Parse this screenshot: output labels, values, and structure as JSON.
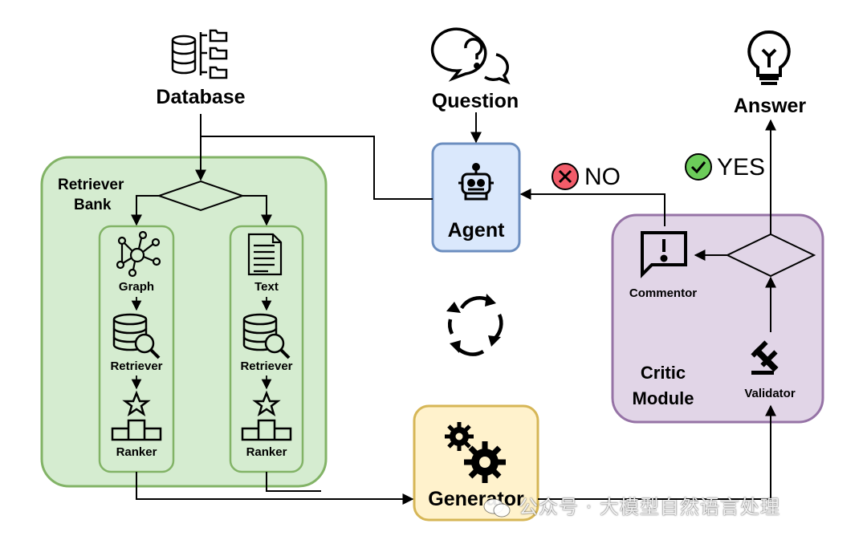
{
  "nodes": {
    "database": "Database",
    "question": "Question",
    "answer": "Answer",
    "agent": "Agent",
    "retriever_bank": [
      "Retriever",
      "Bank"
    ],
    "graph": "Graph",
    "text": "Text",
    "retriever_left": "Retriever",
    "retriever_right": "Retriever",
    "ranker_left": "Ranker",
    "ranker_right": "Ranker",
    "generator": "Generator",
    "critic_module": [
      "Critic",
      "Module"
    ],
    "commentor": "Commentor",
    "validator": "Validator"
  },
  "decisions": {
    "no": "NO",
    "yes": "YES"
  },
  "watermark": "公众号 · 大模型自然语言处理",
  "colors": {
    "retriever_fill": "#d5ecd0",
    "retriever_border": "#82b366",
    "agent_fill": "#dae8fc",
    "agent_border": "#6c8ebf",
    "generator_fill": "#fff2cc",
    "generator_border": "#d6b656",
    "critic_fill": "#e1d5e7",
    "critic_border": "#9673a6",
    "no_badge": "#f25c6a",
    "yes_badge": "#6ccc5a"
  }
}
